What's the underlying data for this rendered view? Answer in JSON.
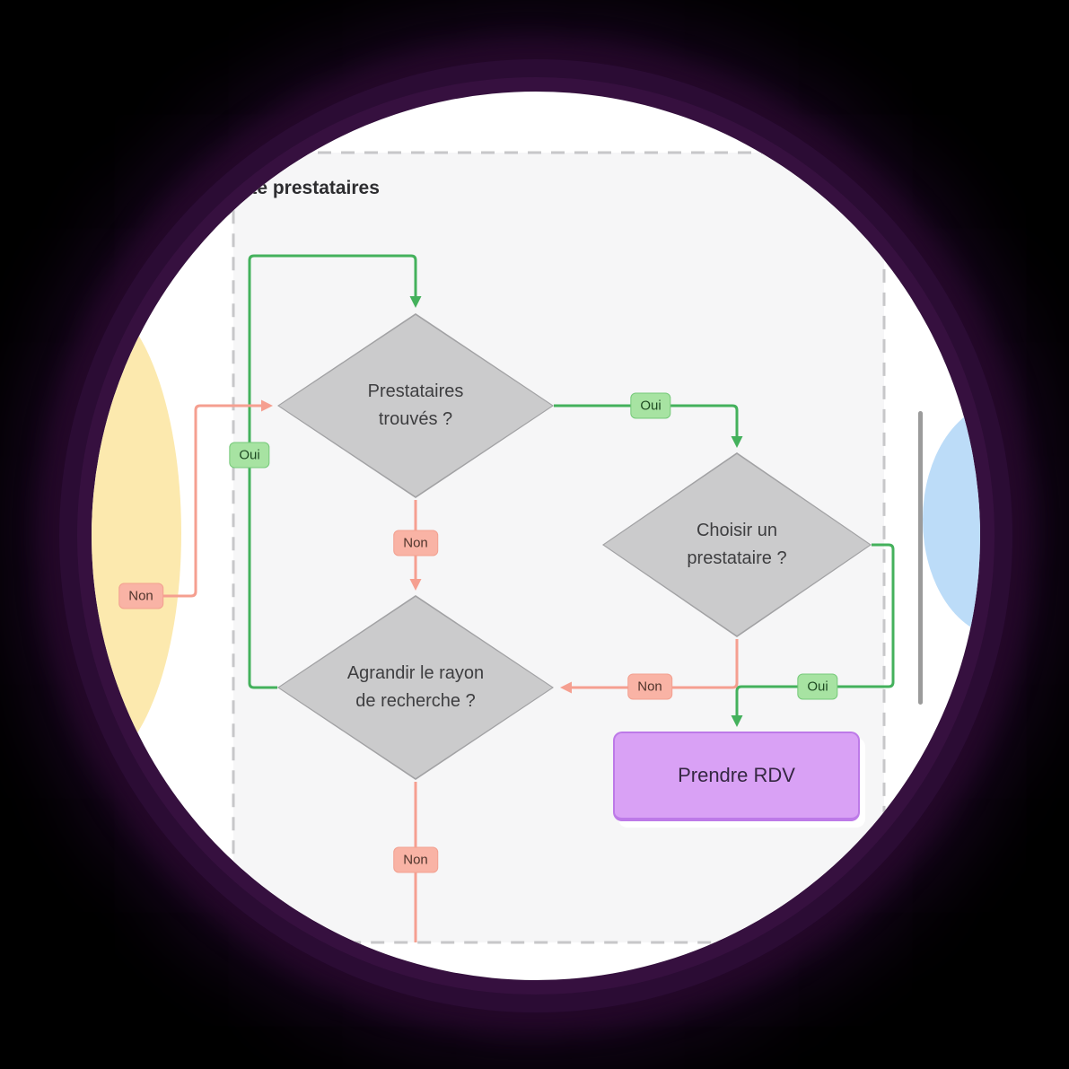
{
  "diagram": {
    "title": "Liste prestataires",
    "decisions": [
      {
        "id": "prestataires-trouves",
        "label": "Prestataires trouvés ?"
      },
      {
        "id": "choisir-prestataire",
        "label": "Choisir un prestataire ?"
      },
      {
        "id": "agrandir-rayon",
        "label": "Agrandir le rayon de recherche ?"
      }
    ],
    "action": {
      "label": "Prendre RDV"
    },
    "badges": [
      {
        "id": "oui-loop-back",
        "label": "Oui",
        "kind": "yes"
      },
      {
        "id": "oui-trouves-vers-choisir",
        "label": "Oui",
        "kind": "yes"
      },
      {
        "id": "oui-choisir-vers-rdv",
        "label": "Oui",
        "kind": "yes"
      },
      {
        "id": "non-entree-gauche",
        "label": "Non",
        "kind": "no"
      },
      {
        "id": "non-trouves-vers-agrandir",
        "label": "Non",
        "kind": "no"
      },
      {
        "id": "non-choisir-vers-agrandir",
        "label": "Non",
        "kind": "no"
      },
      {
        "id": "non-agrandir-vers-bas",
        "label": "Non",
        "kind": "no"
      }
    ],
    "colors": {
      "yes_edge": "#44b15c",
      "no_edge": "#f59f90",
      "decision_fill": "#cbcbcc",
      "decision_border": "#a2a2a4",
      "action_fill": "#d9a1f5",
      "action_border": "#bd7ae8",
      "badge_yes_bg": "#a7e3a2",
      "badge_no_bg": "#f9b3a5",
      "container_bg": "#f6f6f7",
      "container_border": "#c7c7c9",
      "ring": "#36103f"
    }
  }
}
